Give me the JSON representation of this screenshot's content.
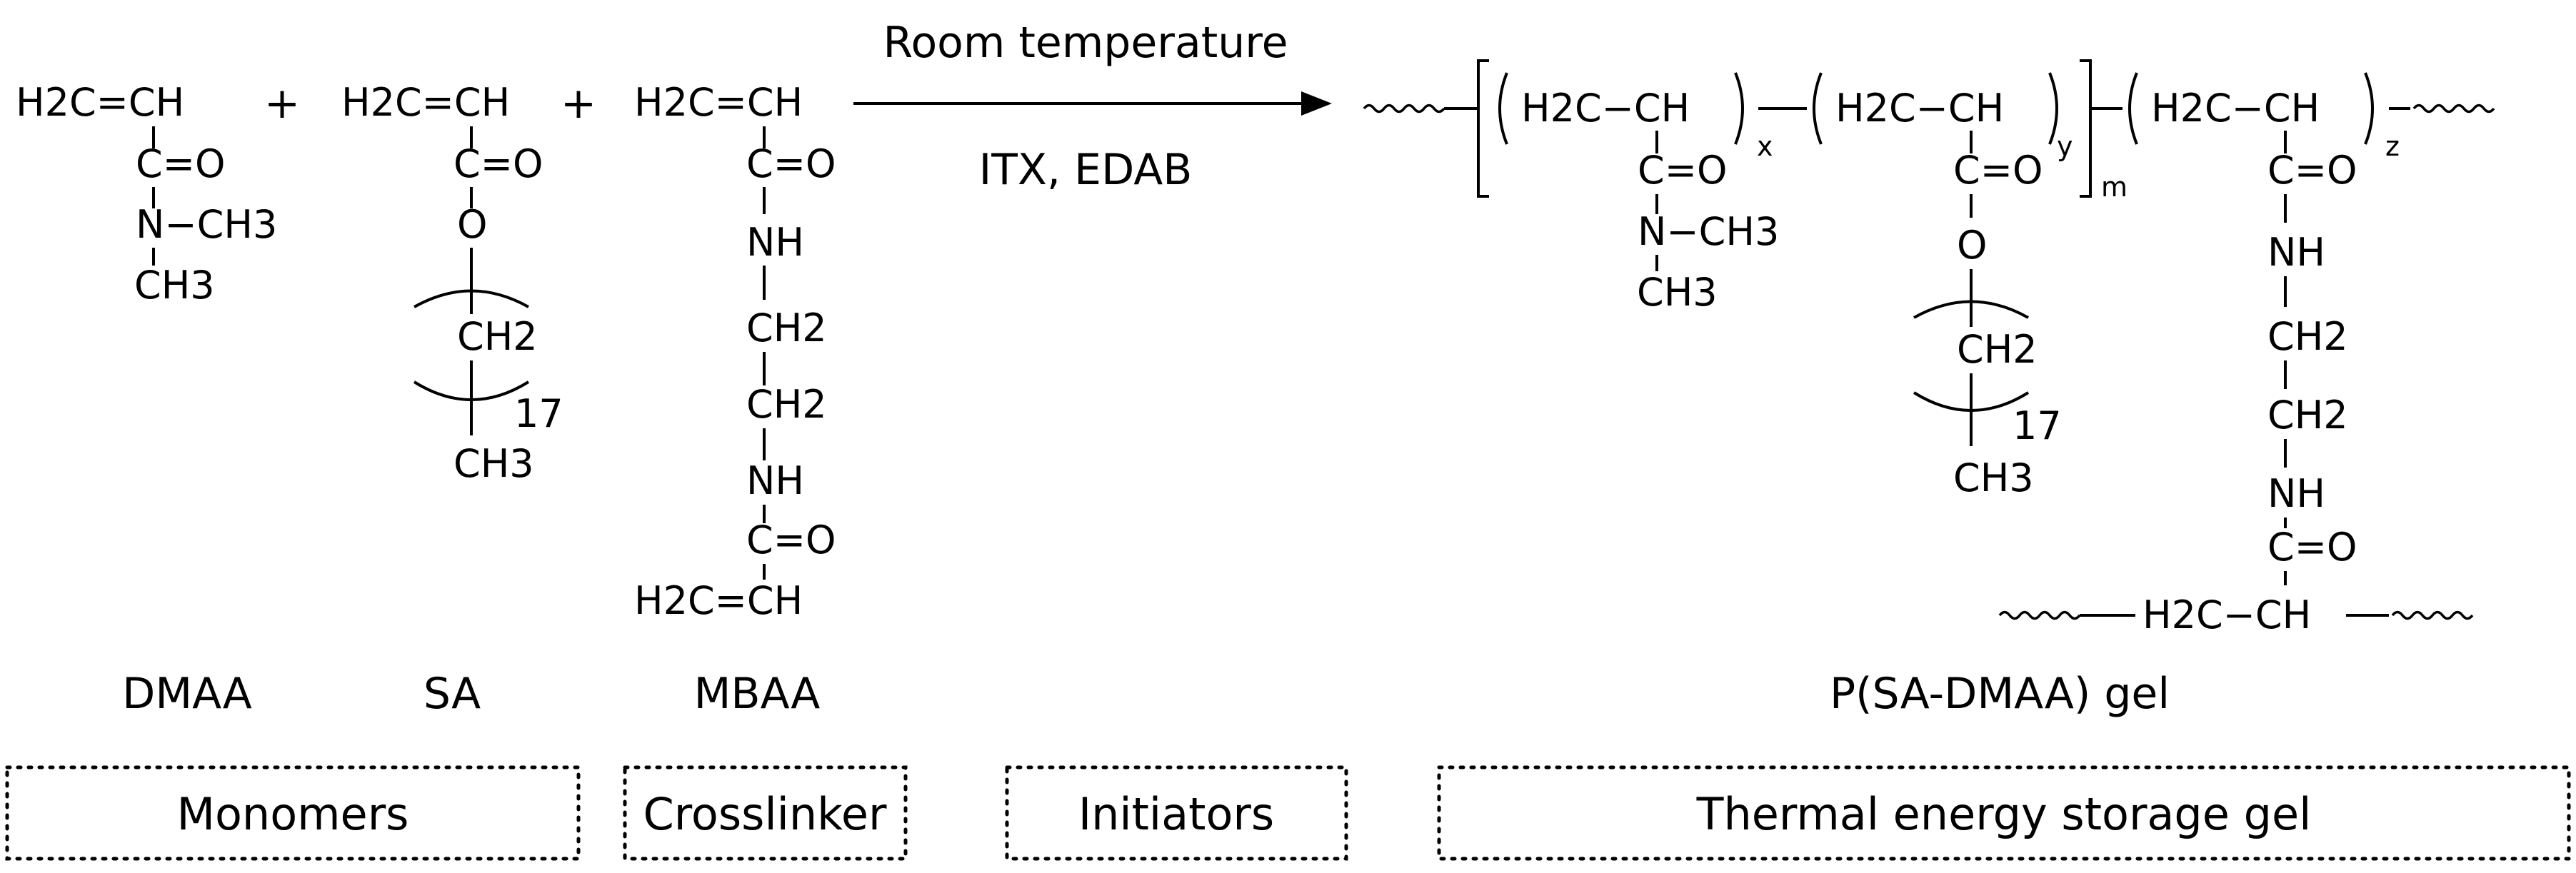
{
  "reaction": {
    "plus": "+",
    "condition_top": "Room temperature",
    "condition_bottom": "ITX, EDAB"
  },
  "molecules": {
    "dmaa": {
      "line1": "H2C=CH",
      "line2": "C=O",
      "line3": "N−CH3",
      "line4": "CH3",
      "name": "DMAA"
    },
    "sa": {
      "line1": "H2C=CH",
      "line2": "C=O",
      "line3": "O",
      "line4": "CH2",
      "repeat": "17",
      "line5": "CH3",
      "name": "SA"
    },
    "mbaa": {
      "line1": "H2C=CH",
      "line2": "C=O",
      "line3": "NH",
      "line4": "CH2",
      "line5": "CH2",
      "line6": "NH",
      "line7": "C=O",
      "line8": "H2C=CH",
      "name": "MBAA"
    }
  },
  "product": {
    "unit": "H2C−CH",
    "x": "x",
    "y": "y",
    "z": "z",
    "m": "m",
    "co": "C=O",
    "o": "O",
    "nch3": "N−CH3",
    "ch3": "CH3",
    "ch2": "CH2",
    "repeat": "17",
    "nh": "NH",
    "bottom_unit": "H2C−CH",
    "name": "P(SA-DMAA) gel"
  },
  "categories": {
    "monomers": "Monomers",
    "crosslinker": "Crosslinker",
    "initiators": "Initiators",
    "storage_gel": "Thermal energy storage gel"
  }
}
